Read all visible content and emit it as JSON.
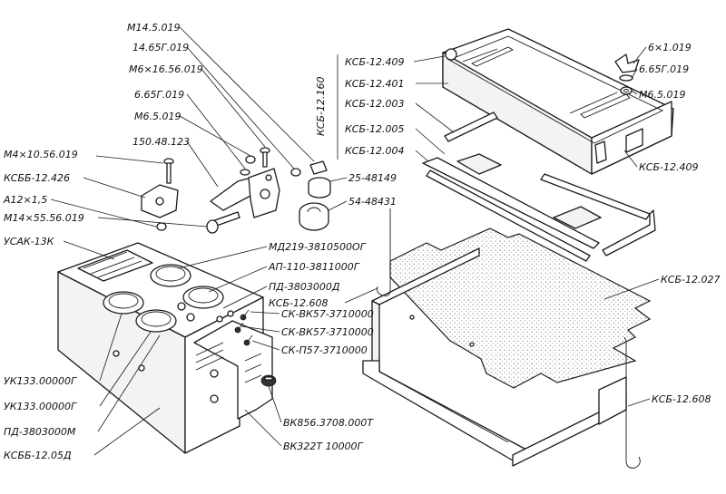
{
  "labels": [
    {
      "id": "m14-5-019",
      "text": "М14.5.019"
    },
    {
      "id": "14-65g-019",
      "text": "14.65Г.019"
    },
    {
      "id": "m6-16-56-019",
      "text": "М6×16.56.019"
    },
    {
      "id": "6-65g-019-left",
      "text": "6.65Г.019"
    },
    {
      "id": "m6-5-019-left",
      "text": "М6.5.019"
    },
    {
      "id": "150-48-123",
      "text": "150.48.123"
    },
    {
      "id": "m4-10-56-019",
      "text": "М4×10.56.019"
    },
    {
      "id": "ksbb-12-426",
      "text": "КСББ-12.426"
    },
    {
      "id": "a12-1-5",
      "text": "А12×1,5"
    },
    {
      "id": "m14-55-56-019",
      "text": "М14×55.56.019"
    },
    {
      "id": "usak-13k",
      "text": "УСАК-13К"
    },
    {
      "id": "ksb-12-160",
      "text": "КСБ-12.160"
    },
    {
      "id": "ksb-12-409-top",
      "text": "КСБ-12.409"
    },
    {
      "id": "ksb-12-401",
      "text": "КСБ-12.401"
    },
    {
      "id": "ksb-12-003",
      "text": "КСБ-12.003"
    },
    {
      "id": "ksb-12-005",
      "text": "КСБ-12.005"
    },
    {
      "id": "ksb-12-004",
      "text": "КСБ-12.004"
    },
    {
      "id": "6-1-019",
      "text": "6×1.019"
    },
    {
      "id": "6-65g-019-right",
      "text": "6.65Г.019"
    },
    {
      "id": "m6-5-019-right",
      "text": "М6.5.019"
    },
    {
      "id": "ksb-12-409-right",
      "text": "КСБ-12.409"
    },
    {
      "id": "25-48149",
      "text": "25-48149"
    },
    {
      "id": "54-48431",
      "text": "54-48431"
    },
    {
      "id": "md219",
      "text": "МД219-3810500ОГ"
    },
    {
      "id": "ap110",
      "text": "АП-110-3811000Г"
    },
    {
      "id": "pd-3803000d",
      "text": "ПД-3803000Д"
    },
    {
      "id": "ksb-12-608-top",
      "text": "КСБ-12.608"
    },
    {
      "id": "ksb-12-027",
      "text": "КСБ-12.027"
    },
    {
      "id": "sk-vk57-1",
      "text": "СК-ВК57-3710000"
    },
    {
      "id": "sk-vk57-2",
      "text": "СК-ВК57-3710000"
    },
    {
      "id": "sk-p57",
      "text": "СК-П57-3710000"
    },
    {
      "id": "uk133-1",
      "text": "УК133.00000Г"
    },
    {
      "id": "uk133-2",
      "text": "УК133.00000Г"
    },
    {
      "id": "pd-3803000m",
      "text": "ПД-3803000М"
    },
    {
      "id": "ksbb-12-05d",
      "text": "КСББ-12.05Д"
    },
    {
      "id": "vk856",
      "text": "ВК856.3708.000Т"
    },
    {
      "id": "vk322",
      "text": "ВК322Т 10000Г"
    },
    {
      "id": "ksb-12-608-bottom",
      "text": "КСБ-12.608"
    }
  ]
}
